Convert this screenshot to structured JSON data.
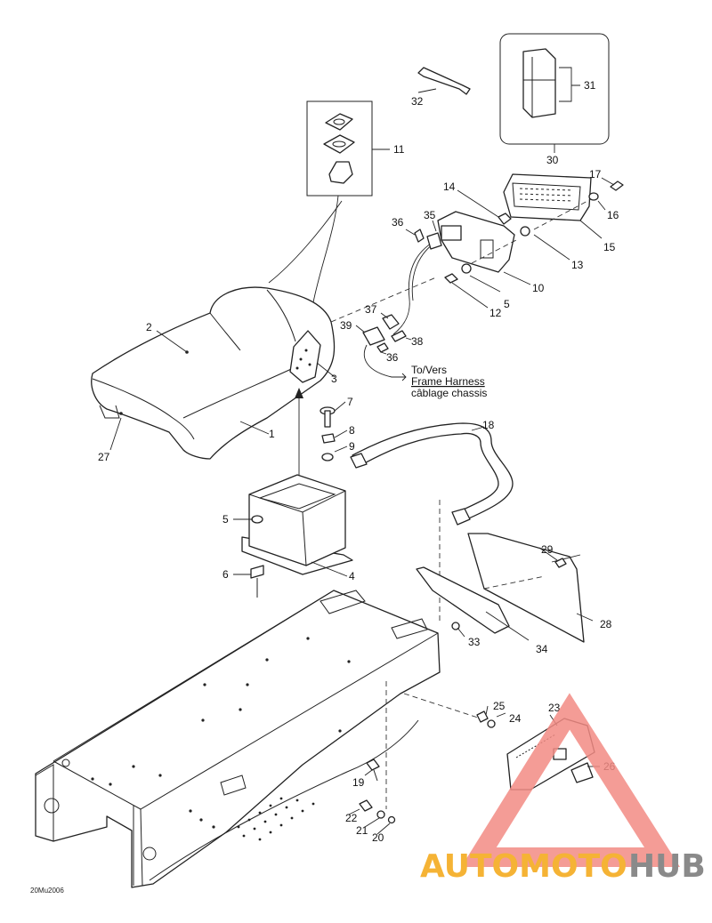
{
  "labels": [
    "1",
    "2",
    "3",
    "4",
    "5",
    "5",
    "6",
    "7",
    "8",
    "9",
    "10",
    "11",
    "12",
    "13",
    "14",
    "15",
    "16",
    "17",
    "18",
    "19",
    "20",
    "21",
    "22",
    "23",
    "24",
    "25",
    "26",
    "27",
    "28",
    "29",
    "30",
    "31",
    "32",
    "33",
    "34",
    "35",
    "36",
    "36",
    "37",
    "38",
    "39"
  ],
  "annotation": {
    "line1": "To/Vers",
    "line2": "Frame Harness",
    "line3": "câblage chassis"
  },
  "footer_code": "20Mu2006",
  "watermark": {
    "part1": "AUTOMOTO",
    "part2": "HUB",
    "color1": "#f5b335",
    "color2": "#8a8a8a",
    "triangle_color": "#f28b84"
  }
}
